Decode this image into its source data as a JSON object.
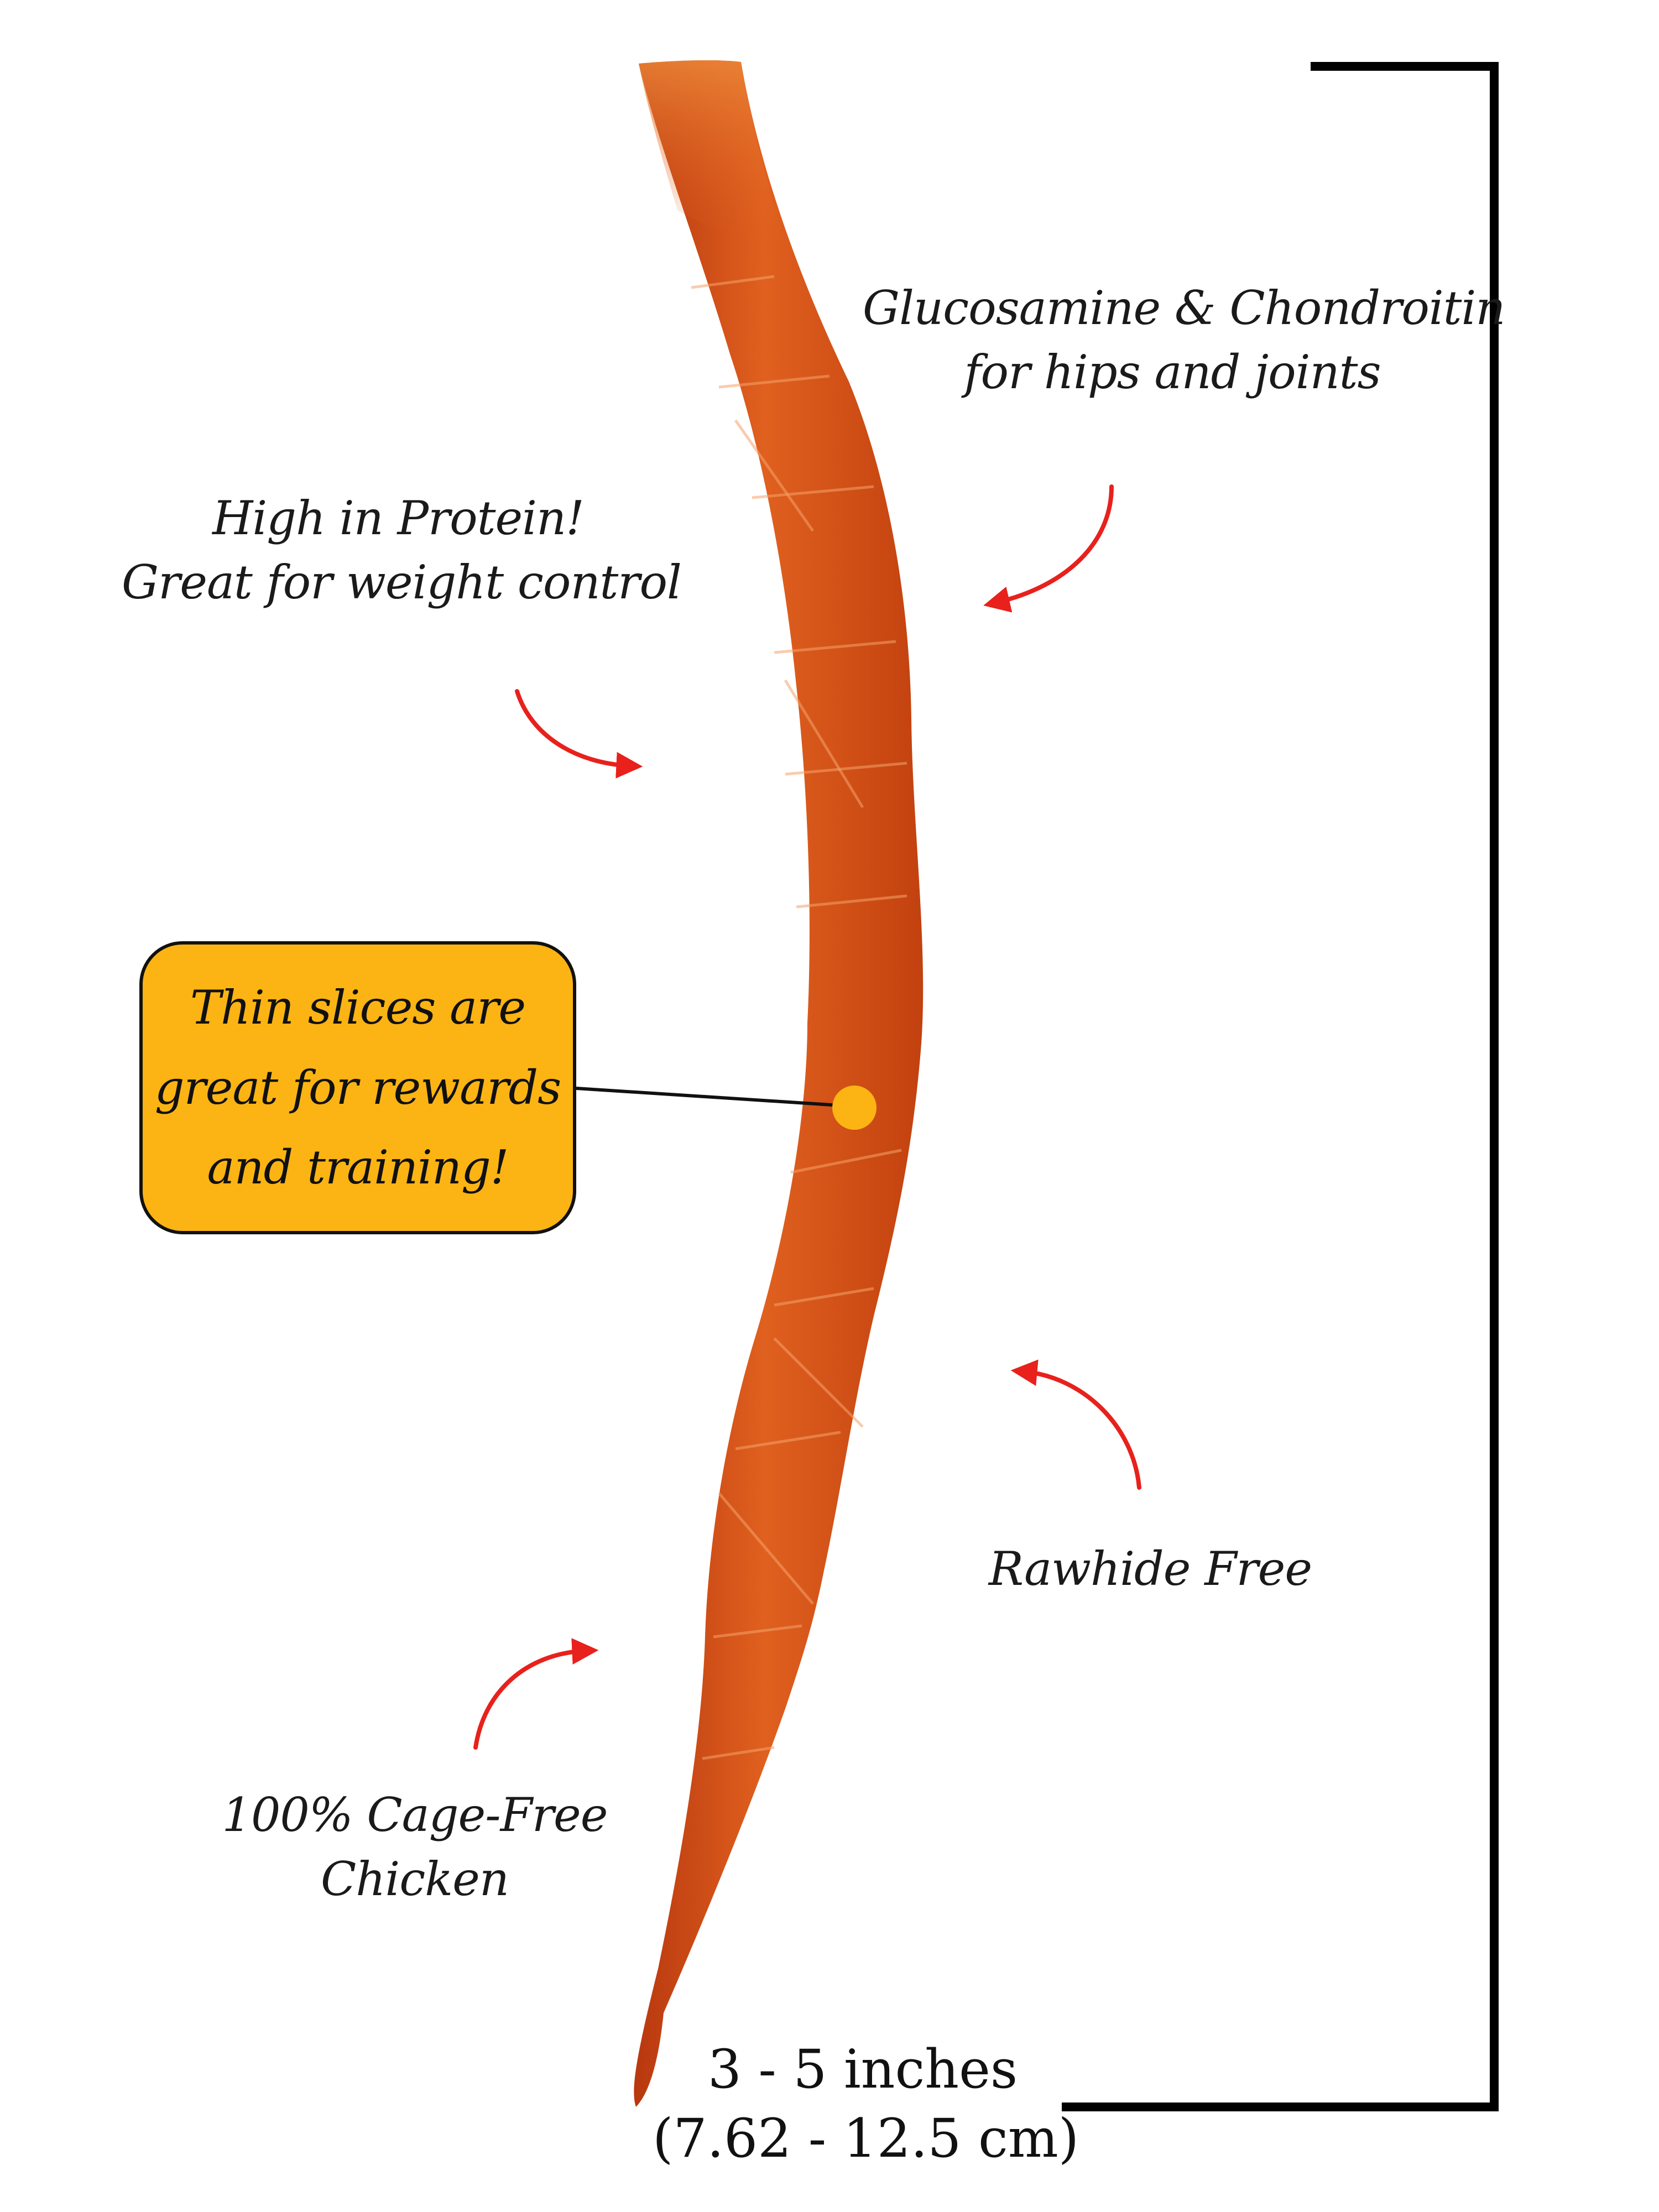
{
  "features": {
    "glucosamine": [
      "Glucosamine & Chondroitin",
      "for hips and joints"
    ],
    "protein": [
      "High in Protein!",
      "Great for weight control"
    ],
    "rawhide": [
      "Rawhide Free"
    ],
    "chicken": [
      "100% Cage-Free",
      "Chicken"
    ]
  },
  "callout": [
    "Thin slices are",
    "great for rewards",
    "and training!"
  ],
  "size": {
    "inches": "3 - 5 inches",
    "cm": "(7.62 - 12.5 cm)"
  },
  "colors": {
    "background": "#ffffff",
    "treat": "#d9541a",
    "arrow": "#e8211c",
    "callout_fill": "#fbb413",
    "dot": "#fbb413",
    "bracket": "#000000"
  },
  "icons": {
    "arrows": "curved-arrow-icon",
    "bracket": "measurement-bracket",
    "dot": "callout-dot-icon"
  }
}
